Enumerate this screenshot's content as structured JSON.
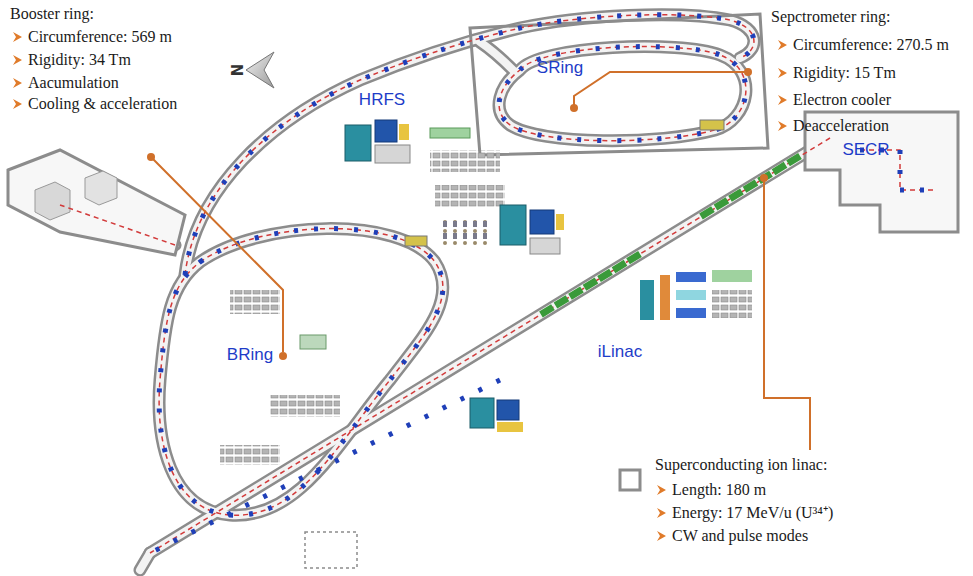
{
  "diagram": {
    "labels": [
      "Booster ring:",
      "Circumference: 569 m",
      "Rigidity: 34 Tm",
      "Aacumulation",
      "Cooling & acceleration",
      "N",
      "Sepctrometer ring:",
      "Circumference: 270.5 m",
      "Rigidity: 15 Tm",
      "Electron cooler",
      "Deacceleration",
      "HRFS",
      "SRing",
      "SECR",
      "BRing",
      "iLinac",
      "Superconducting ion linac:",
      "Length: 180 m",
      "Energy: 17 MeV/u (U³⁴⁺)",
      "CW and pulse modes"
    ]
  }
}
